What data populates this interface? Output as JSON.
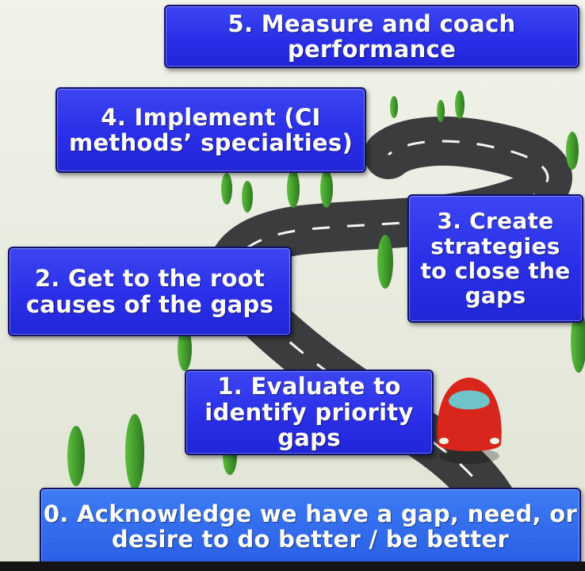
{
  "steps": {
    "step5": "5. Measure and coach\nperformance",
    "step4": "4. Implement (CI\nmethods’ specialties)",
    "step3": "3.  Create\nstrategies\nto close the\ngaps",
    "step2": "2. Get to the root\ncauses of the gaps",
    "step1": "1.  Evaluate to\nidentify priority\ngaps",
    "step0": "0. Acknowledge we have a gap, need, or\ndesire to do better / be better"
  },
  "colors": {
    "box_fill": "#2a2fe8",
    "box_border": "#0d0f6b",
    "road": "#3a3c3d",
    "ground": "#e9ecdf",
    "car": "#d8261c",
    "tree": "#3f9b2c"
  }
}
